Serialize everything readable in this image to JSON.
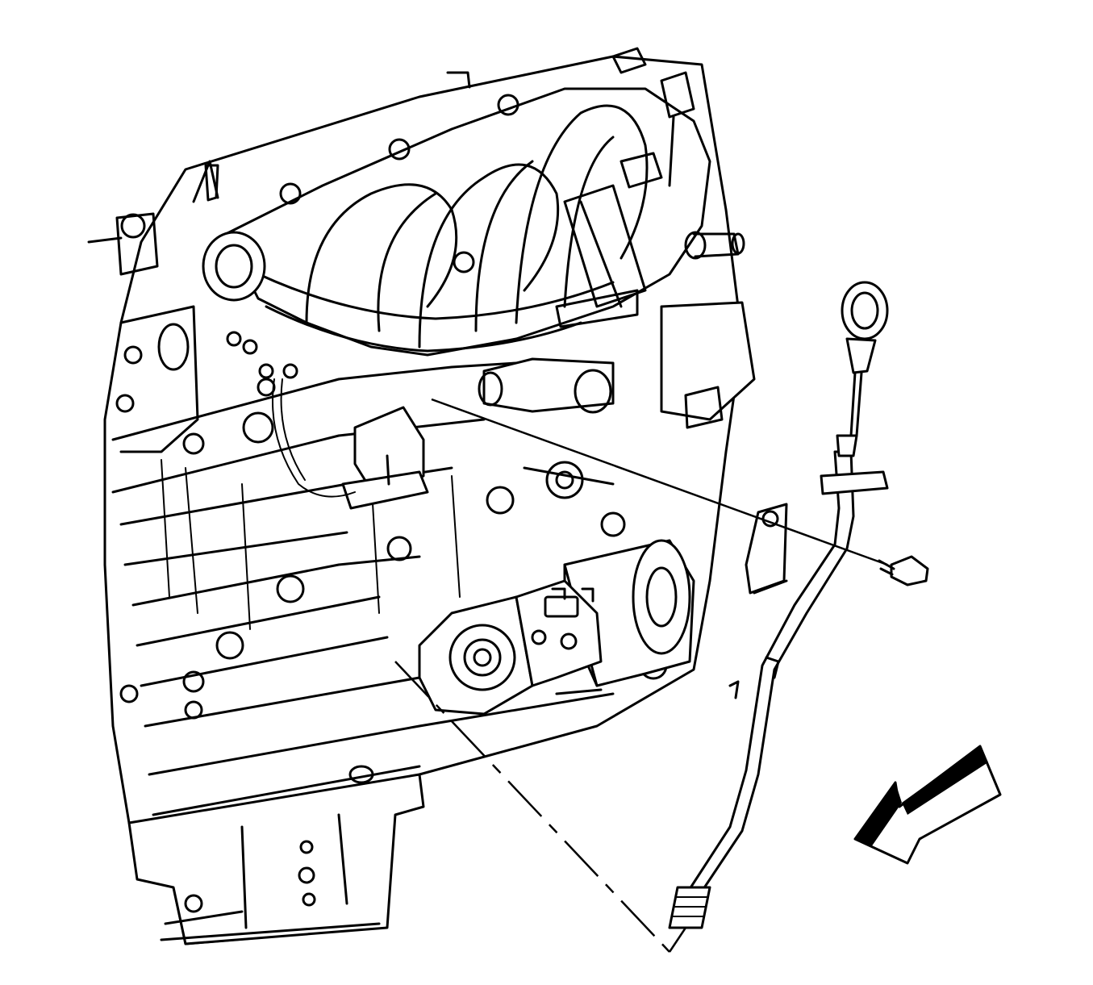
{
  "figure": {
    "type": "line-art",
    "colors": {
      "line": "#000000",
      "background": "#ffffff"
    }
  },
  "components": [
    {
      "name": "engine-block"
    },
    {
      "name": "intake-manifold"
    },
    {
      "name": "starter-motor"
    },
    {
      "name": "oil-pan"
    },
    {
      "name": "oil-level-indicator-tube"
    },
    {
      "name": "oil-level-indicator"
    },
    {
      "name": "tube-bracket-bolt"
    },
    {
      "name": "tube-bracket"
    }
  ],
  "icons": [
    "view-direction-arrow-icon"
  ]
}
